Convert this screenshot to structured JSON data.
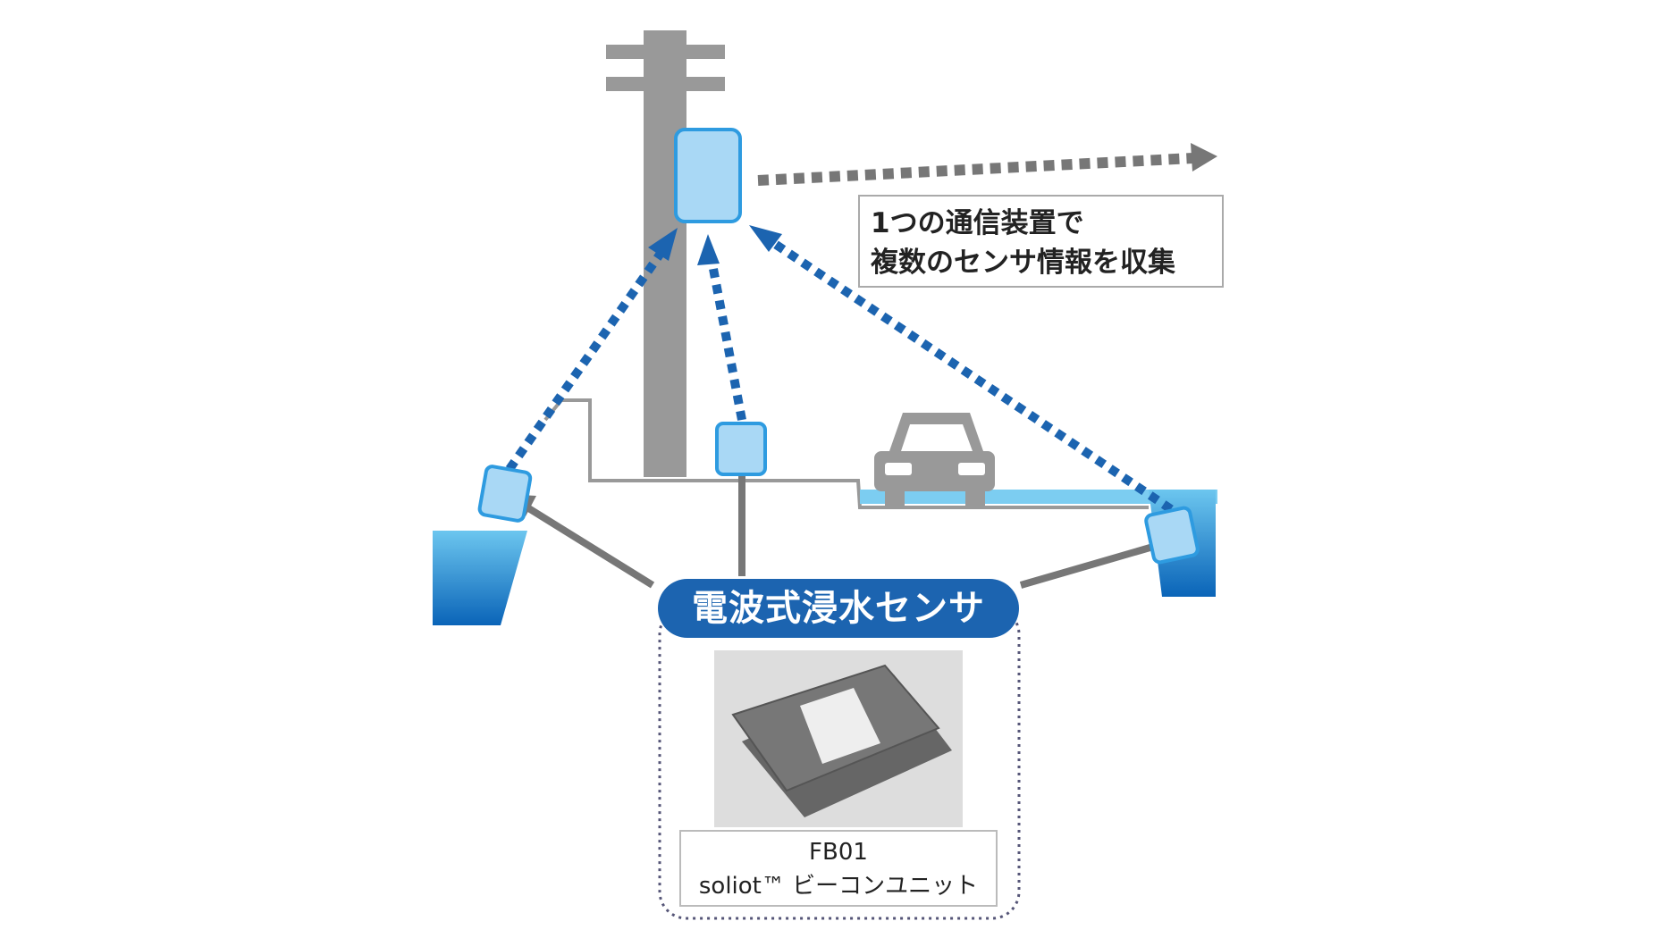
{
  "note": {
    "line1": "1つの通信装置で",
    "line2": "複数のセンサ情報を収集"
  },
  "sensor_label": "電波式浸水センサ",
  "product": {
    "model": "FB01",
    "name": "soliot™ ビーコンユニット"
  },
  "colors": {
    "blue": "#1c64b0",
    "light_blue": "#a9d8f5",
    "gray": "#8a8a8a"
  }
}
